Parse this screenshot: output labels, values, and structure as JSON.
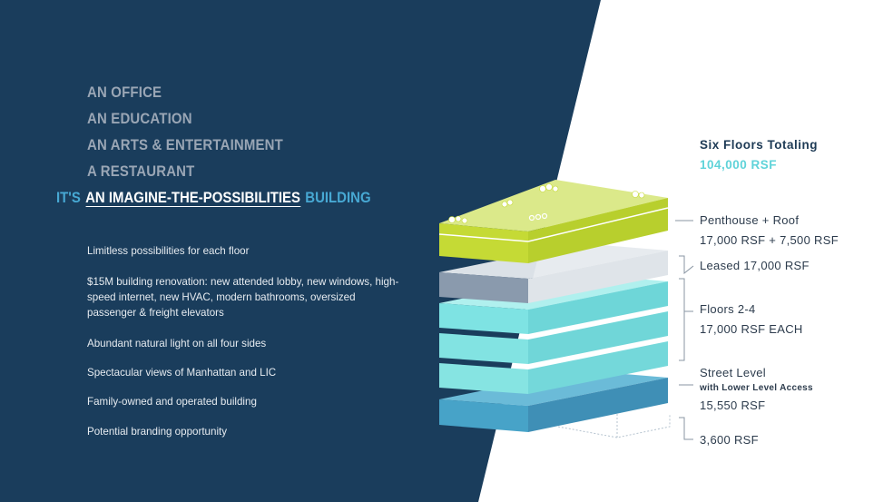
{
  "headlines": [
    "AN OFFICE",
    "AN EDUCATION",
    "AN ARTS & ENTERTAINMENT",
    "A RESTAURANT"
  ],
  "imagine": {
    "prefix": "IT'S",
    "highlight": "AN IMAGINE-THE-POSSIBILITIES",
    "suffix": "BUILDING"
  },
  "features": [
    "Limitless possibilities for each floor",
    "$15M building renovation: new attended lobby, new windows, high-speed internet, new HVAC, modern bathrooms, oversized passenger & freight elevators",
    "Abundant natural light on all four sides",
    "Spectacular views of Manhattan and LIC",
    "Family-owned and operated building",
    "Potential branding opportunity"
  ],
  "summary": {
    "title": "Six Floors Totaling",
    "total": "104,000 RSF"
  },
  "floors": [
    {
      "name": "Penthouse + Roof",
      "size": "17,000 RSF + 7,500 RSF"
    },
    {
      "name": "Leased 17,000 RSF"
    },
    {
      "name": "Floors 2-4",
      "size": "17,000 RSF EACH"
    },
    {
      "name": "Street Level",
      "note": "with Lower Level Access",
      "size": "15,550 RSF"
    },
    {
      "name": "3,600 RSF"
    }
  ],
  "colors": {
    "navy": "#1a3d5c",
    "penthouse": "#c6dd3d",
    "leased_gray": "#8c9bad",
    "floors": "#7ee3e3",
    "street": "#4ba5c9",
    "accent": "#5fd3d9"
  }
}
